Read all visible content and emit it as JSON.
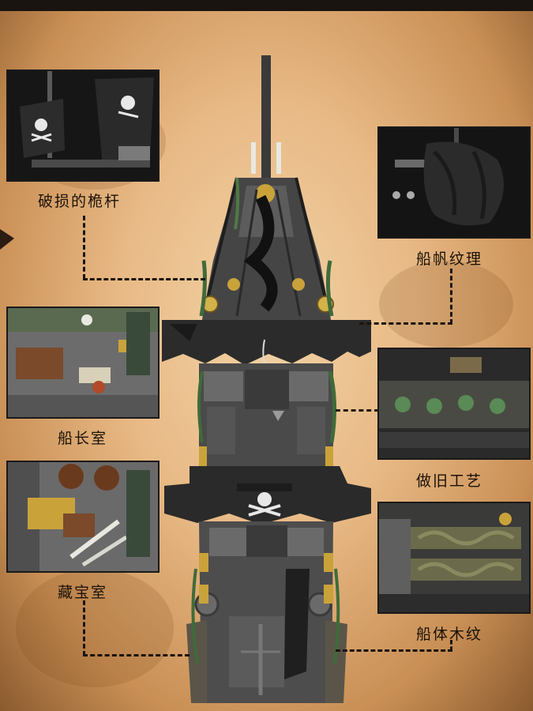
{
  "captions": {
    "broken_mast": "破损的桅杆",
    "sail_texture": "船帆纹理",
    "captain_cabin": "船长室",
    "weathered_craft": "做旧工艺",
    "treasure_room": "藏宝室",
    "hull_wood_grain": "船体木纹"
  },
  "colors": {
    "parchment": "#e8b985",
    "ink": "#1a1208",
    "sail": "#2b2b2b",
    "brick": "#5a5a5a",
    "moss": "#3f6b3a",
    "gold": "#c9a23a"
  }
}
